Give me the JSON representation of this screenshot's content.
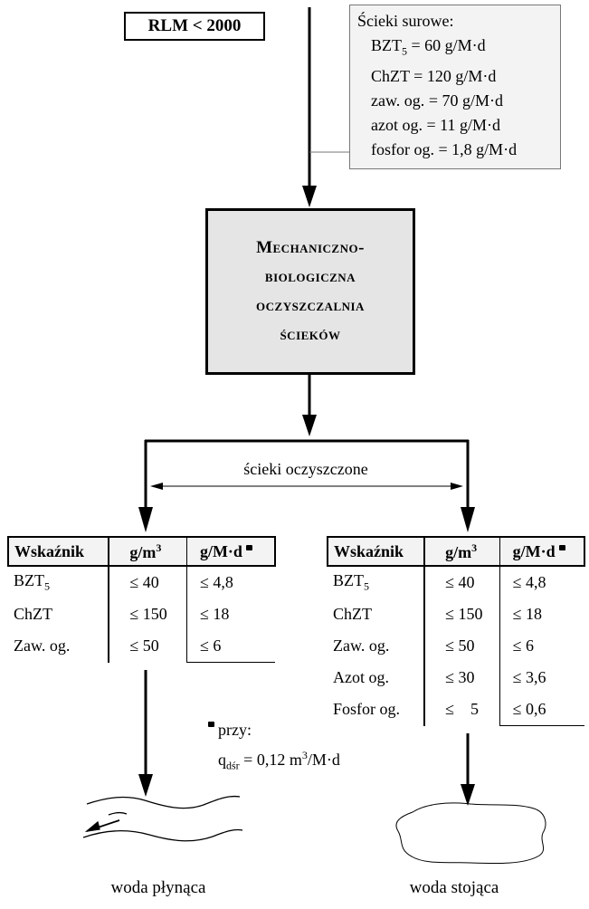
{
  "rlm_label": "RLM < 2000",
  "raw_sewage": {
    "title": "Ścieki surowe:",
    "items": [
      {
        "name": "BZT",
        "sub": "5",
        "value": " = 60 g/M·d"
      },
      {
        "name": "ChZT",
        "sub": "",
        "value": " = 120 g/M·d"
      },
      {
        "name": "zaw. og.",
        "sub": "",
        "value": " = 70 g/M·d"
      },
      {
        "name": "azot og.",
        "sub": "",
        "value": " = 11 g/M·d"
      },
      {
        "name": "fosfor og.",
        "sub": "",
        "value": " = 1,8 g/M·d"
      }
    ]
  },
  "plant": {
    "lines": [
      "Mechaniczno-",
      "biologiczna",
      "oczyszczalnia",
      "ścieków"
    ]
  },
  "treated_label": "ścieki oczyszczone",
  "table_left": {
    "headers": {
      "indicator": "Wskaźnik",
      "conc": "g/m",
      "conc_sup": "3",
      "load": "g/M·d"
    },
    "rows": [
      {
        "name": "BZT",
        "sub": "5",
        "conc": "≤  40",
        "load": "≤  4,8"
      },
      {
        "name": "ChZT",
        "sub": "",
        "conc": "≤ 150",
        "load": "≤ 18"
      },
      {
        "name": "Zaw. og.",
        "sub": "",
        "conc": "≤  50",
        "load": "≤  6"
      }
    ]
  },
  "table_right": {
    "headers": {
      "indicator": "Wskaźnik",
      "conc": "g/m",
      "conc_sup": "3",
      "load": "g/M·d"
    },
    "rows": [
      {
        "name": "BZT",
        "sub": "5",
        "conc": "≤  40",
        "load": "≤  4,8"
      },
      {
        "name": "ChZT",
        "sub": "",
        "conc": "≤ 150",
        "load": "≤ 18"
      },
      {
        "name": "Zaw. og.",
        "sub": "",
        "conc": "≤  50",
        "load": "≤  6"
      },
      {
        "name": "Azot og.",
        "sub": "",
        "conc": "≤  30",
        "load": "≤  3,6"
      },
      {
        "name": "Fosfor og.",
        "sub": "",
        "conc": "≤    5",
        "load": "≤  0,6"
      }
    ]
  },
  "note": {
    "line1": "przy:",
    "q_symbol": "q",
    "q_sub": "dśr",
    "q_value": " = 0,12 m",
    "q_sup": "3",
    "q_unit": "/M·d"
  },
  "outlets": {
    "left": "woda płynąca",
    "right": "woda stojąca"
  }
}
